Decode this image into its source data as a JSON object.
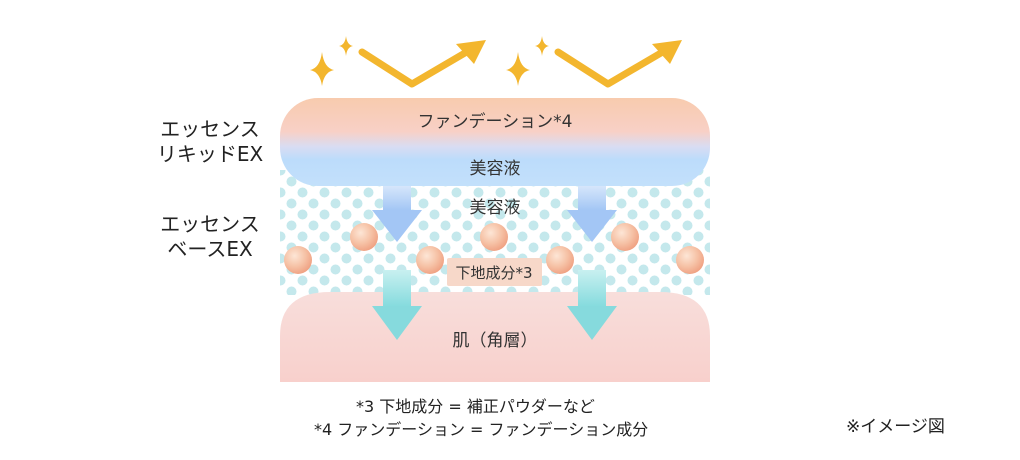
{
  "labels": {
    "liquid": "エッセンス\nリキッドEX",
    "base": "エッセンス\nベースEX"
  },
  "layers": {
    "foundation": "ファンデーション*4",
    "serum_top": "美容液",
    "serum_mid": "美容液",
    "pigment": "下地成分*3",
    "skin": "肌（角層）"
  },
  "footnotes": {
    "note3": "*3 下地成分 = 補正パウダーなど",
    "note4": "*4 ファンデーション = ファンデーション成分"
  },
  "image_note": "※イメージ図",
  "colors": {
    "sparkle": "#f3b62e",
    "foundation": "#f6c9ae",
    "serum": "#bcdcfb",
    "dots": "#bfe5ea",
    "peach_ball": "#f4b89c",
    "skin": "#f7d4cf",
    "arrow_blue": "#a9ccf6",
    "arrow_teal": "#8fe0e2"
  }
}
